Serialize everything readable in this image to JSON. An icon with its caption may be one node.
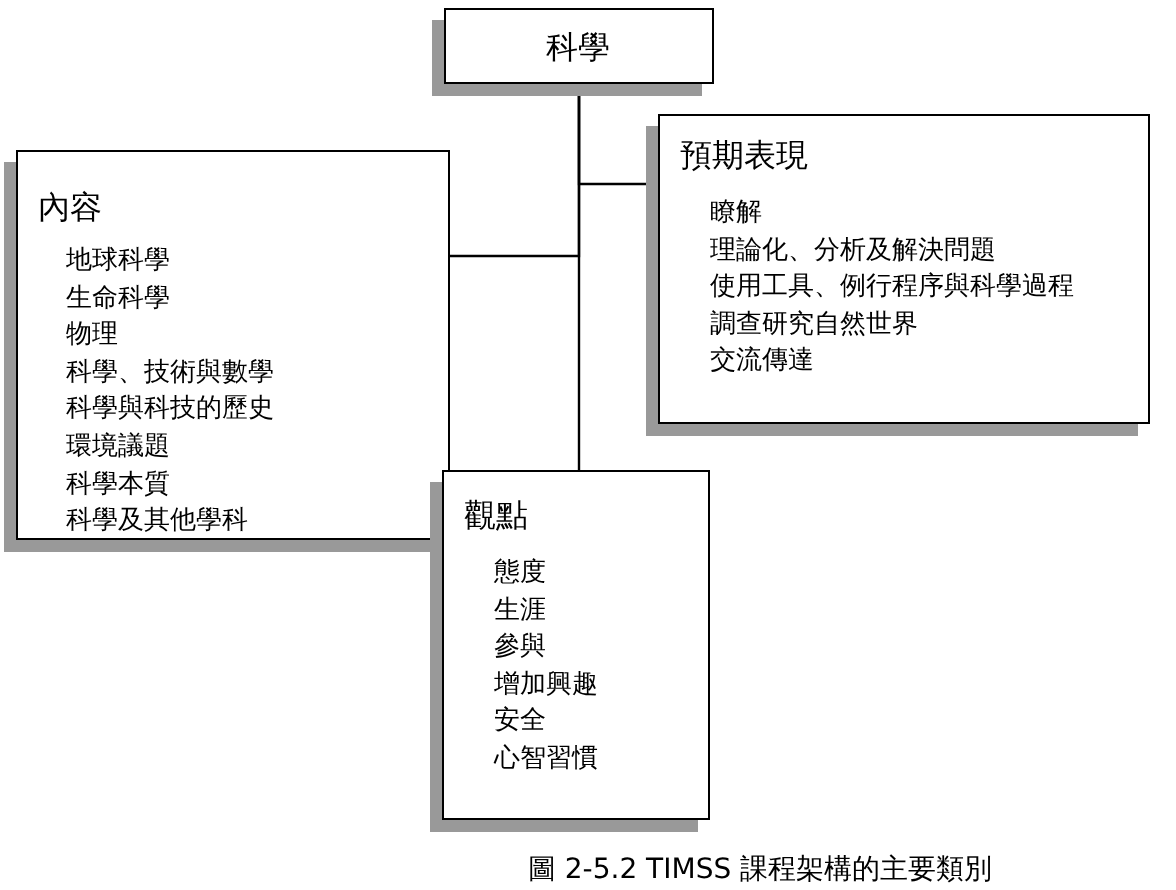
{
  "diagram": {
    "caption": "圖 2-5.2 TIMSS 課程架構的主要類別",
    "nodes": [
      {
        "text": [
          "科學"
        ]
      },
      {
        "text": [
          "內容",
          "地球科學",
          "生命科學",
          "物理",
          "科學、技術與數學",
          "科學與科技的歷史",
          "環境議題",
          "科學本質",
          "科學及其他學科"
        ]
      },
      {
        "text": [
          "預期表現",
          "瞭解",
          "理論化、分析及解決問題",
          "使用工具、例行程序與科學過程",
          "調查研究自然世界",
          "交流傳達"
        ]
      },
      {
        "text": [
          "觀點",
          "態度",
          "生涯",
          "參與",
          "增加興趣",
          "安全",
          "心智習慣"
        ]
      }
    ],
    "edges": [
      {
        "from": 0,
        "to": 1,
        "arrow": "none"
      },
      {
        "from": 0,
        "to": 2,
        "arrow": "none"
      },
      {
        "from": 0,
        "to": 3,
        "arrow": "none"
      }
    ]
  }
}
